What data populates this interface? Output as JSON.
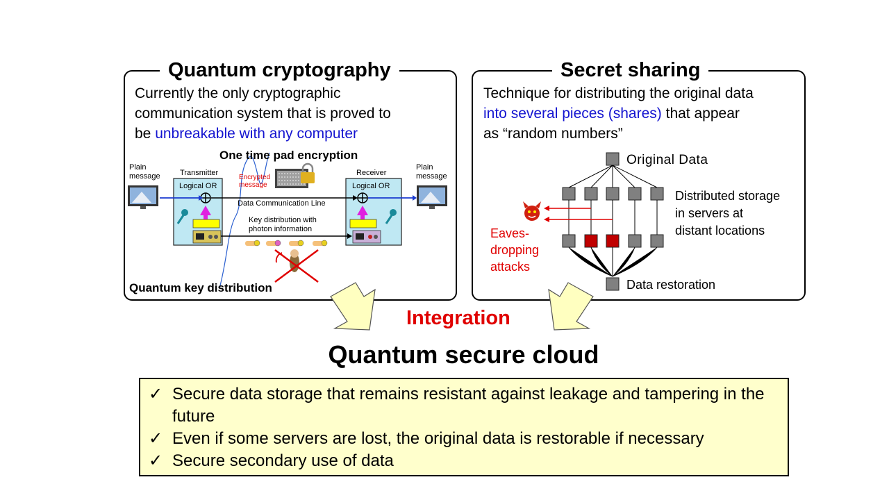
{
  "quantum_crypto": {
    "title": "Quantum cryptography",
    "desc_line1": "Currently the only cryptographic",
    "desc_line2": "communication system that is proved to",
    "desc_line3_prefix": "be ",
    "desc_line3_highlight": "unbreakable with any computer",
    "diagram": {
      "otp_label": "One time pad encryption",
      "plain_message_left": "Plain\nmessage",
      "plain_message_right": "Plain\nmessage",
      "transmitter": "Transmitter",
      "receiver": "Receiver",
      "logical_or_left": "Logical OR",
      "logical_or_right": "Logical OR",
      "encrypted_message": "Encrypted\nmessage",
      "data_line": "Data Communication Line",
      "key_dist": "Key distribution with\nphoton information",
      "qkd_label": "Quantum key distribution"
    }
  },
  "secret_sharing": {
    "title": "Secret sharing",
    "desc_line1": "Technique for distributing the original data",
    "desc_line2_highlight": "into several pieces (shares)",
    "desc_line2_suffix": " that appear",
    "desc_line3": "as “random numbers”",
    "diagram": {
      "original_data": "Original Data",
      "distributed": "Distributed storage\nin servers at\ndistant locations",
      "eaves": "Eaves-\ndropping\nattacks",
      "restoration": "Data restoration"
    }
  },
  "integration_label": "Integration",
  "result_title": "Quantum secure cloud",
  "benefits": [
    "Secure data storage that remains resistant against leakage and tampering in the future",
    "Even if some servers are lost, the original data is restorable if necessary",
    "Secure secondary use of data"
  ],
  "check_mark": "✓",
  "colors": {
    "accent_blue": "#1414d0",
    "accent_red": "#e00000",
    "summary_bg": "#ffffcc",
    "box_bg": "#bfe8f3",
    "arrow_fill": "#ffffc0"
  }
}
